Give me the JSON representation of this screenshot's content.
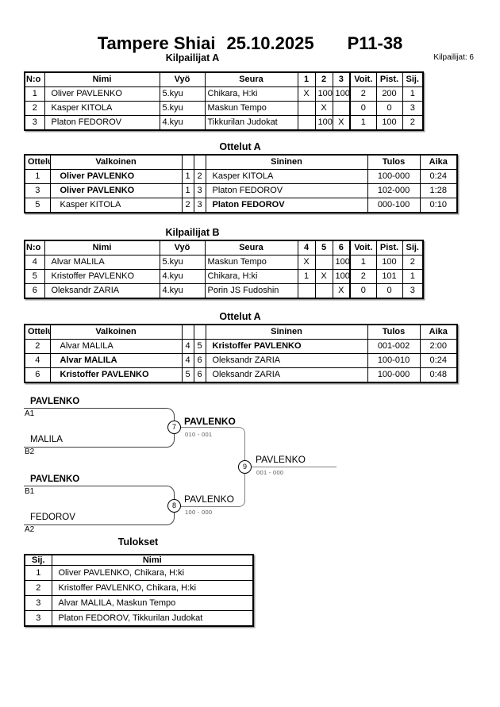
{
  "header": {
    "title_event": "Tampere Shiai",
    "title_date": "25.10.2025",
    "title_class": "P11-38",
    "competitors_label": "Kilpailijat: 6"
  },
  "pool_a": {
    "title": "Kilpailijat A",
    "columns": [
      "N:o",
      "Nimi",
      "Vyö",
      "Seura",
      "1",
      "2",
      "3",
      "Voit.",
      "Pist.",
      "Sij."
    ],
    "rows": [
      {
        "no": "1",
        "name": "Oliver PAVLENKO",
        "belt": "5.kyu",
        "club": "Chikara, H:ki",
        "r1": "X",
        "r2": "100",
        "r3": "100",
        "wins": "2",
        "points": "200",
        "place": "1"
      },
      {
        "no": "2",
        "name": "Kasper KITOLA",
        "belt": "5.kyu",
        "club": "Maskun Tempo",
        "r1": "",
        "r2": "X",
        "r3": "",
        "wins": "0",
        "points": "0",
        "place": "3"
      },
      {
        "no": "3",
        "name": "Platon FEDOROV",
        "belt": "4.kyu",
        "club": "Tikkurilan Judokat",
        "r1": "",
        "r2": "100",
        "r3": "X",
        "wins": "1",
        "points": "100",
        "place": "2"
      }
    ]
  },
  "matches_a": {
    "title": "Ottelut A",
    "columns": [
      "Ottelu",
      "Valkoinen",
      "Sininen",
      "Tulos",
      "Aika"
    ],
    "rows": [
      {
        "no": "1",
        "white": "Oliver PAVLENKO",
        "wn": "1",
        "bn": "2",
        "blue": "Kasper KITOLA",
        "score": "100-000",
        "time": "0:24"
      },
      {
        "no": "3",
        "white": "Oliver PAVLENKO",
        "wn": "1",
        "bn": "3",
        "blue": "Platon FEDOROV",
        "score": "102-000",
        "time": "1:28"
      },
      {
        "no": "5",
        "white": "Kasper KITOLA",
        "wn": "2",
        "bn": "3",
        "blue": "Platon FEDOROV",
        "score": "000-100",
        "time": "0:10"
      }
    ]
  },
  "pool_b": {
    "title": "Kilpailijat B",
    "columns": [
      "N:o",
      "Nimi",
      "Vyö",
      "Seura",
      "4",
      "5",
      "6",
      "Voit.",
      "Pist.",
      "Sij."
    ],
    "rows": [
      {
        "no": "4",
        "name": "Alvar MALILA",
        "belt": "5.kyu",
        "club": "Maskun Tempo",
        "r1": "X",
        "r2": "",
        "r3": "100",
        "wins": "1",
        "points": "100",
        "place": "2"
      },
      {
        "no": "5",
        "name": "Kristoffer PAVLENKO",
        "belt": "4.kyu",
        "club": "Chikara, H:ki",
        "r1": "1",
        "r2": "X",
        "r3": "100",
        "wins": "2",
        "points": "101",
        "place": "1"
      },
      {
        "no": "6",
        "name": "Oleksandr ZARIA",
        "belt": "4.kyu",
        "club": "Porin JS Fudoshin",
        "r1": "",
        "r2": "",
        "r3": "X",
        "wins": "0",
        "points": "0",
        "place": "3"
      }
    ]
  },
  "matches_b": {
    "title": "Ottelut A",
    "columns": [
      "Ottelu",
      "Valkoinen",
      "Sininen",
      "Tulos",
      "Aika"
    ],
    "rows": [
      {
        "no": "2",
        "white": "Alvar MALILA",
        "wn": "4",
        "bn": "5",
        "blue": "Kristoffer PAVLENKO",
        "score": "001-002",
        "time": "2:00"
      },
      {
        "no": "4",
        "white": "Alvar MALILA",
        "wn": "4",
        "bn": "6",
        "blue": "Oleksandr ZARIA",
        "score": "100-010",
        "time": "0:24"
      },
      {
        "no": "6",
        "white": "Kristoffer PAVLENKO",
        "wn": "5",
        "bn": "6",
        "blue": "Oleksandr ZARIA",
        "score": "100-000",
        "time": "0:48"
      }
    ]
  },
  "bracket": {
    "seed_top1": "PAVLENKO",
    "seed_top1_tag": "A1",
    "seed_top2": "MALILA",
    "seed_top2_tag": "B2",
    "seed_bot1": "PAVLENKO",
    "seed_bot1_tag": "B1",
    "seed_bot2": "FEDOROV",
    "seed_bot2_tag": "A2",
    "m7": {
      "no": "7",
      "winner": "PAVLENKO",
      "score": "010 - 001"
    },
    "m8": {
      "no": "8",
      "winner": "PAVLENKO",
      "score": "100 - 000"
    },
    "m9": {
      "no": "9",
      "winner": "PAVLENKO",
      "score": "001 - 000"
    }
  },
  "results": {
    "title": "Tulokset",
    "columns": [
      "Sij.",
      "Nimi"
    ],
    "rows": [
      {
        "place": "1",
        "name": "Oliver PAVLENKO, Chikara, H:ki"
      },
      {
        "place": "2",
        "name": "Kristoffer PAVLENKO, Chikara, H:ki"
      },
      {
        "place": "3",
        "name": "Alvar MALILA, Maskun Tempo"
      },
      {
        "place": "3",
        "name": "Platon FEDOROV, Tikkurilan Judokat"
      }
    ]
  }
}
